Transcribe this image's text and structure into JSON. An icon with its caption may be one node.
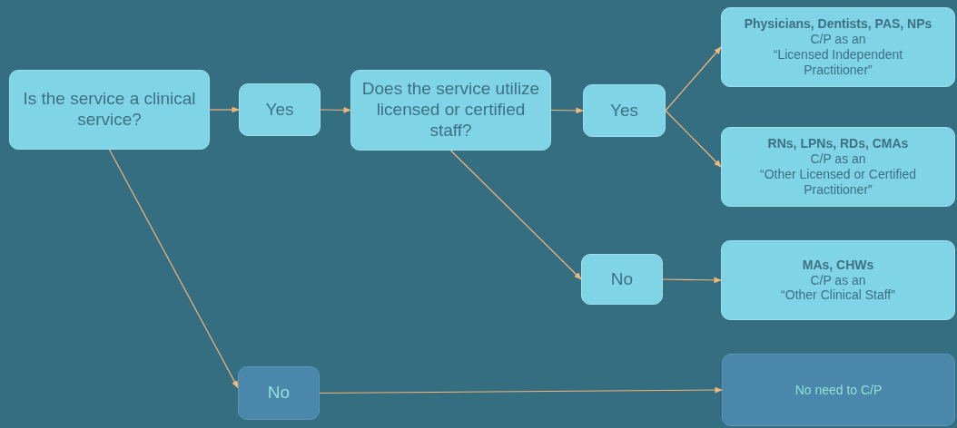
{
  "diagram": {
    "nodes": [
      {
        "text": [
          "Is the service a clinical service?"
        ]
      },
      {
        "text": [
          "Yes"
        ]
      },
      {
        "text": [
          "Does the service utilize licensed or certified staff?"
        ]
      },
      {
        "text": [
          "Yes"
        ]
      },
      {
        "text": [
          "Physicians, Dentists, PAS, NPs",
          "C/P as an",
          "“Licensed Independent Practitioner”"
        ]
      },
      {
        "text": [
          "RNs, LPNs, RDs, CMAs",
          "C/P as an",
          "“Other Licensed or Certified Practitioner”"
        ]
      },
      {
        "text": [
          "No"
        ]
      },
      {
        "text": [
          "MAs, CHWs",
          "C/P as an",
          "“Other Clinical Staff”"
        ]
      },
      {
        "text": [
          "No"
        ]
      },
      {
        "text": [
          "No need to C/P"
        ]
      }
    ],
    "edges": [
      {
        "from": 0,
        "to": 1,
        "arrow": "to"
      },
      {
        "from": 1,
        "to": 2,
        "arrow": "to"
      },
      {
        "from": 2,
        "to": 3,
        "arrow": "to"
      },
      {
        "from": 3,
        "to": 4,
        "arrow": "to"
      },
      {
        "from": 3,
        "to": 5,
        "arrow": "to"
      },
      {
        "from": 2,
        "to": 6,
        "arrow": "to"
      },
      {
        "from": 6,
        "to": 7,
        "arrow": "to"
      },
      {
        "from": 0,
        "to": 8,
        "arrow": "to"
      },
      {
        "from": 8,
        "to": 9,
        "arrow": "to"
      }
    ]
  }
}
